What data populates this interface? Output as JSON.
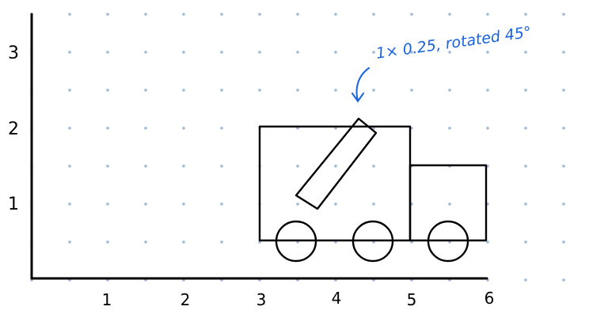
{
  "grid": {
    "x_labels": [
      "1",
      "2",
      "3",
      "4",
      "5",
      "6"
    ],
    "y_labels": [
      "1",
      "2",
      "3"
    ]
  },
  "annotation": {
    "text": "1× 0.25, rotated 45°"
  },
  "colors": {
    "ink": "#000000",
    "annotation": "#1a63e0",
    "grid_dots": "#9db6dc",
    "background": "#ffffff"
  }
}
